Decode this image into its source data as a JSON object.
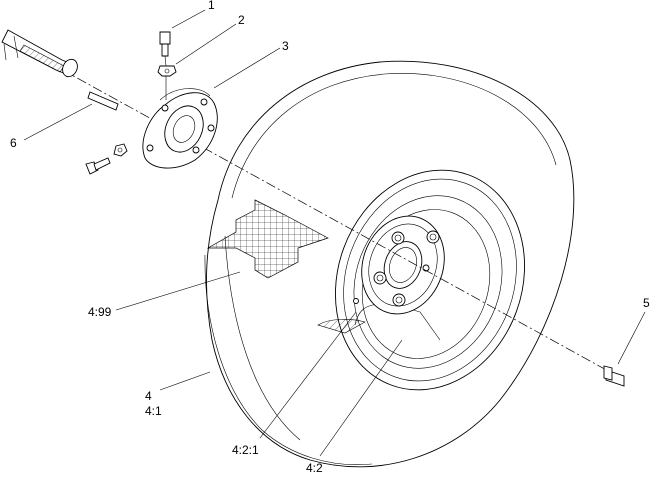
{
  "callouts": {
    "c1": "1",
    "c2": "2",
    "c3": "3",
    "c4": "4",
    "c4_1": "4:1",
    "c4_2": "4:2",
    "c4_2_1": "4:2:1",
    "c4_99": "4:99",
    "c5": "5",
    "c6": "6"
  }
}
